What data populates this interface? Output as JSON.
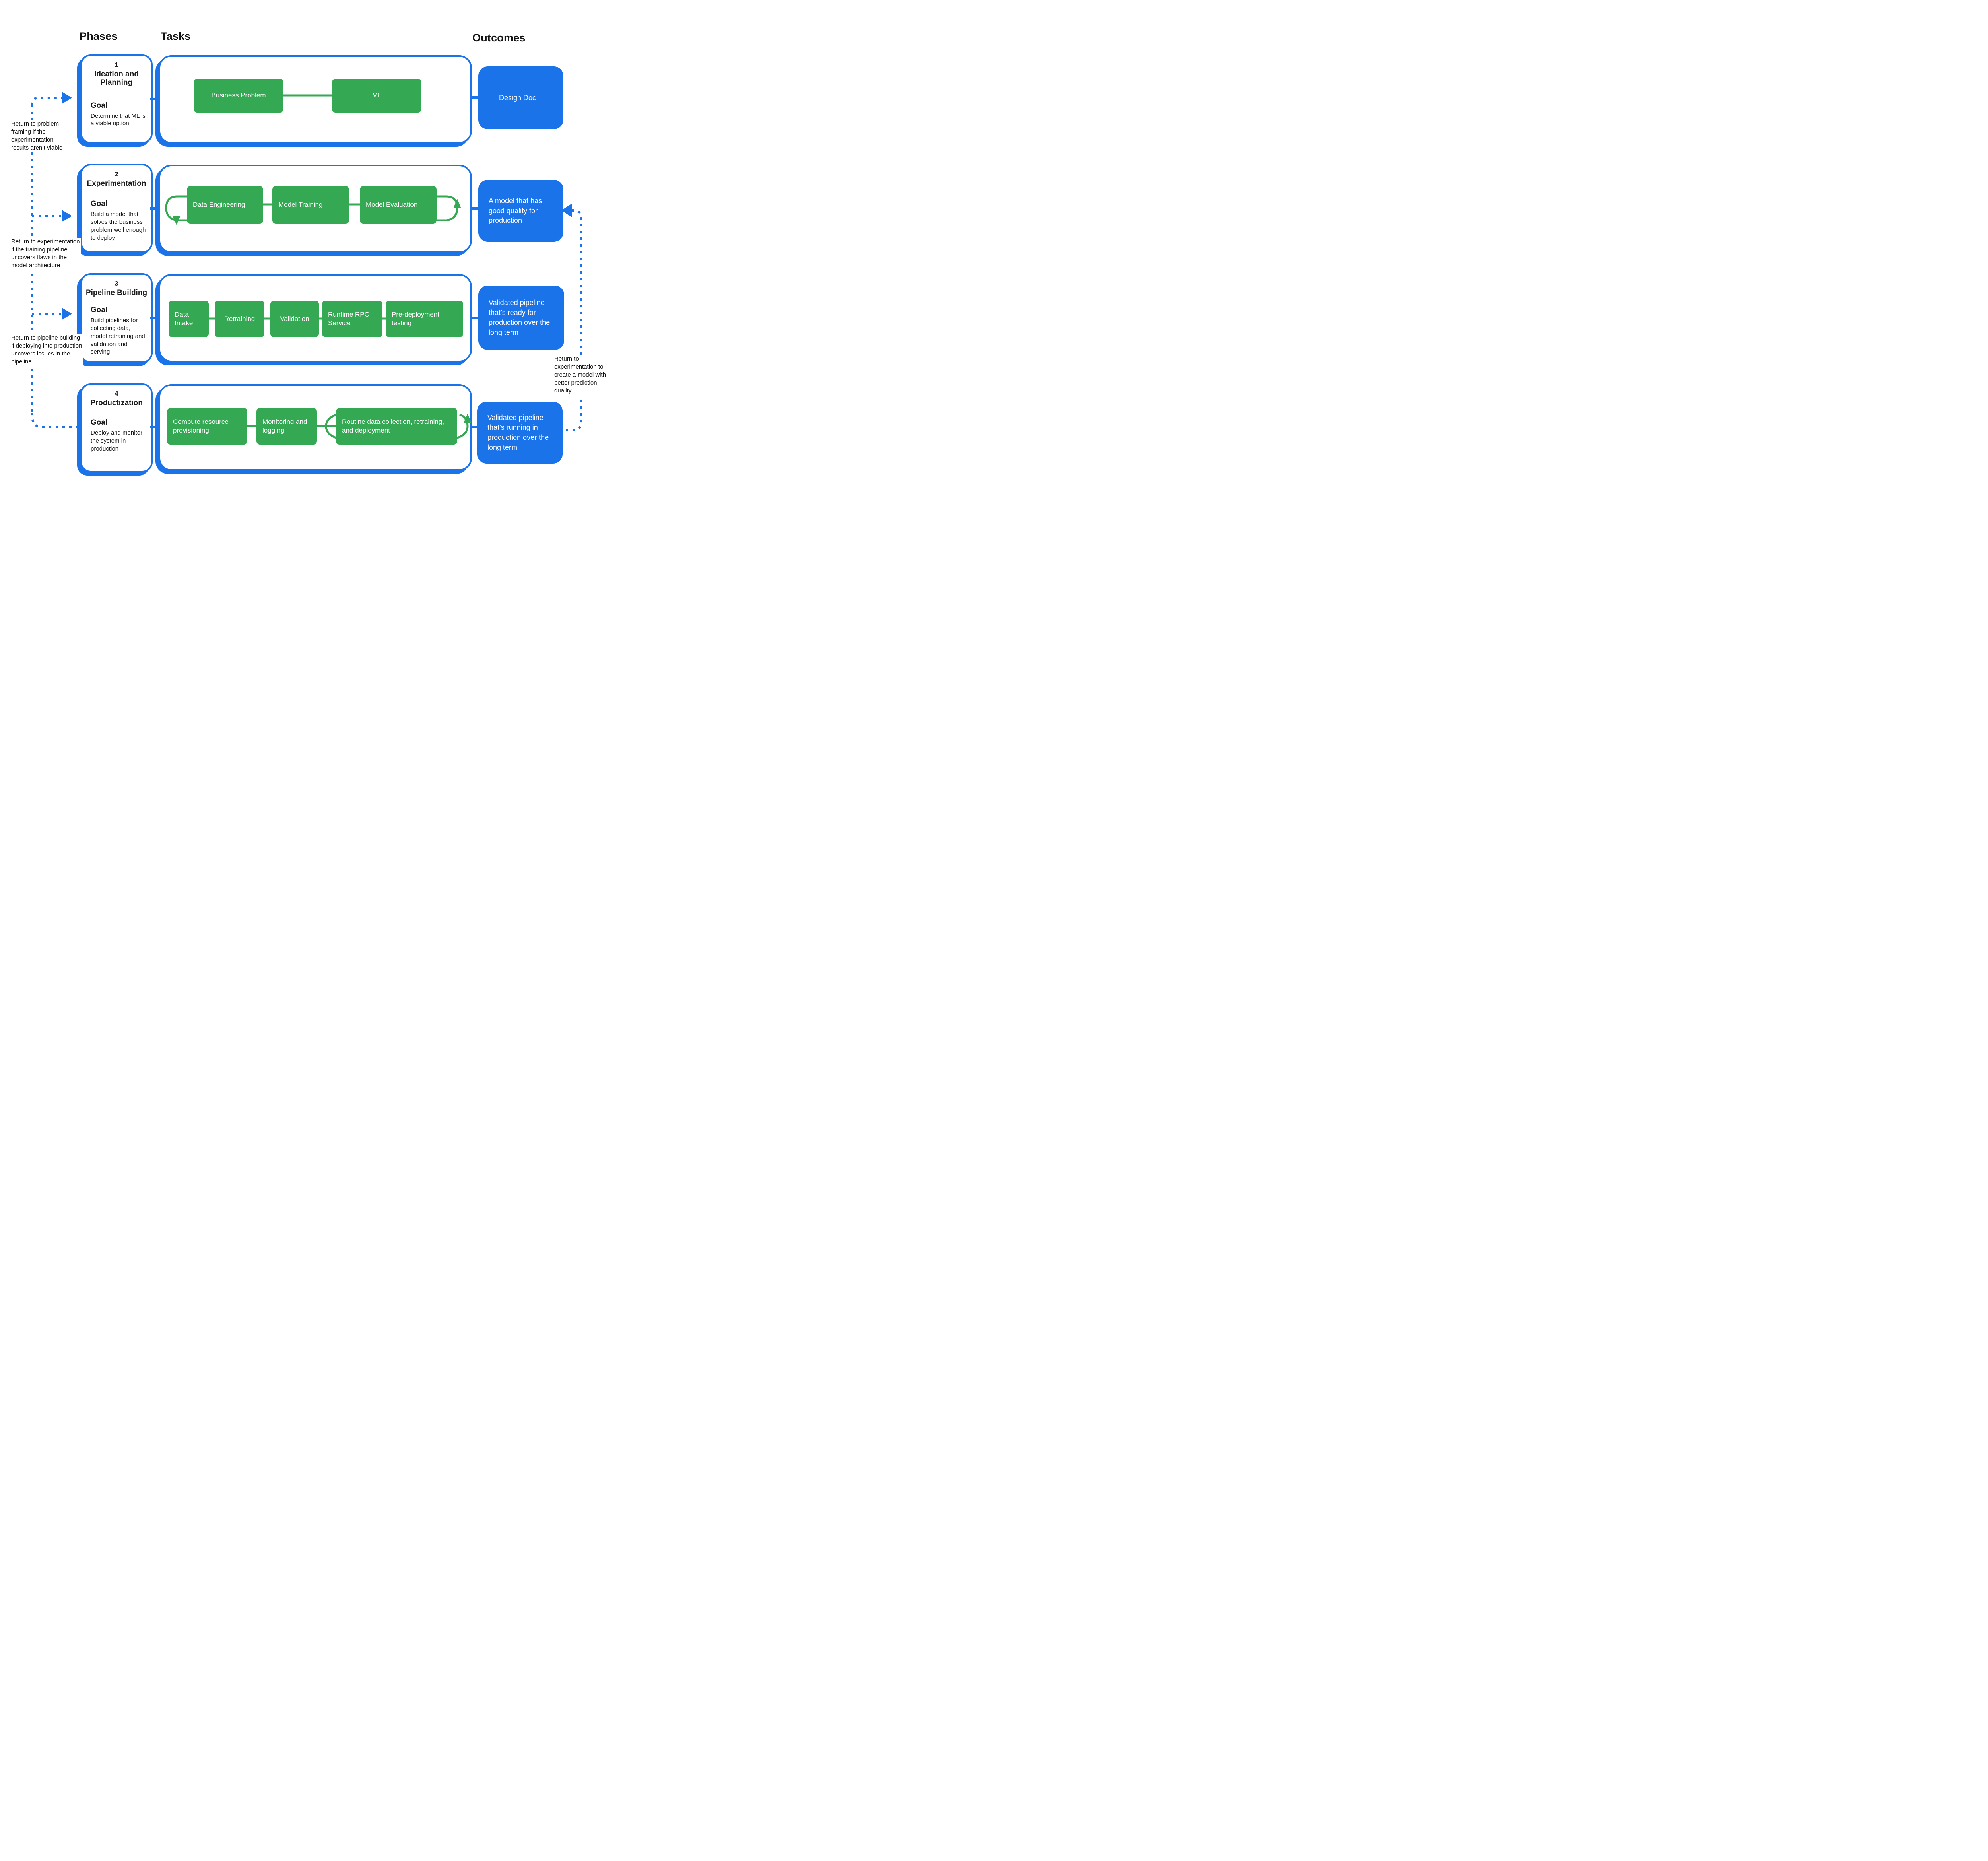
{
  "header": {
    "phases": "Phases",
    "tasks": "Tasks",
    "outcomes": "Outcomes"
  },
  "colors": {
    "blue": "#1a73e8",
    "green": "#34a853"
  },
  "phases": [
    {
      "number": "1",
      "title": "Ideation and Planning",
      "goal_label": "Goal",
      "goal": "Determine that ML is a viable option",
      "tasks": [
        {
          "label": "Business Problem"
        },
        {
          "label": "ML"
        }
      ],
      "outcome": "Design Doc"
    },
    {
      "number": "2",
      "title": "Experimentation",
      "goal_label": "Goal",
      "goal": "Build a model that solves the business problem well enough to deploy",
      "tasks": [
        {
          "label": "Data Engineering"
        },
        {
          "label": "Model Training"
        },
        {
          "label": "Model Evaluation"
        }
      ],
      "outcome": "A model that has good quality for production"
    },
    {
      "number": "3",
      "title": "Pipeline Building",
      "goal_label": "Goal",
      "goal": "Build pipelines for collecting data, model retraining and validation and serving",
      "tasks": [
        {
          "label": "Data Intake"
        },
        {
          "label": "Retraining"
        },
        {
          "label": "Validation"
        },
        {
          "label": "Runtime RPC Service"
        },
        {
          "label": "Pre-deployment testing"
        }
      ],
      "outcome": "Validated pipeline that’s ready for production over the long term"
    },
    {
      "number": "4",
      "title": "Productization",
      "goal_label": "Goal",
      "goal": "Deploy and monitor the system in production",
      "tasks": [
        {
          "label": "Compute resource provisioning"
        },
        {
          "label": "Monitoring and logging"
        },
        {
          "label": "Routine data collection, retraining, and deployment"
        }
      ],
      "outcome": "Validated pipeline that’s running in production over the long term"
    }
  ],
  "annotations": [
    {
      "text": "Return to problem framing if the experimentation results aren’t viable"
    },
    {
      "text": "Return to experimentation if the training pipeline uncovers flaws in the model architecture"
    },
    {
      "text": "Return to pipeline building if deploying into production uncovers issues in the pipeline"
    },
    {
      "text": "Return to experimentation to create a model with better prediction quality"
    }
  ]
}
